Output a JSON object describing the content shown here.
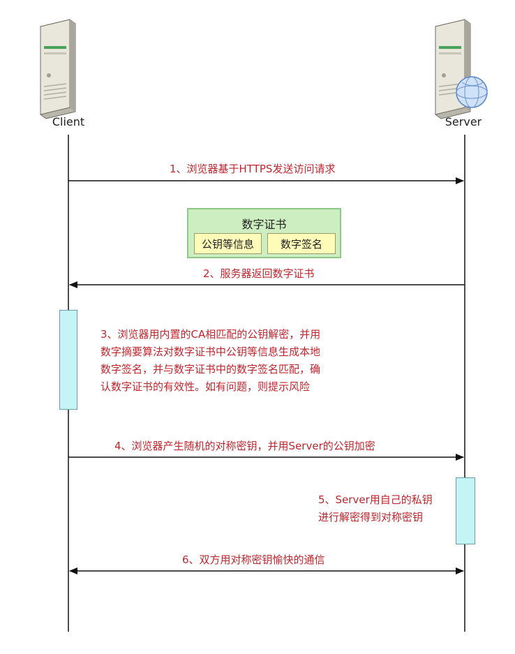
{
  "actors": {
    "client": {
      "label": "Client",
      "icon": "server-tower-icon"
    },
    "server": {
      "label": "Server",
      "icon": "server-globe-icon"
    }
  },
  "messages": [
    {
      "text": "1、浏览器基于HTTPS发送访问请求",
      "direction": "client-to-server"
    },
    {
      "text": "2、服务器返回数字证书",
      "direction": "server-to-client"
    },
    {
      "text": "4、浏览器产生随机的对称密钥，并用Server的公钥加密",
      "direction": "client-to-server"
    },
    {
      "text": "6、双方用对称密钥愉快的通信",
      "direction": "both"
    }
  ],
  "certificate": {
    "title": "数字证书",
    "fields": [
      "公钥等信息",
      "数字签名"
    ]
  },
  "notes": {
    "client_step3": "3、浏览器用内置的CA相匹配的公钥解密，并用\n数字摘要算法对数字证书中公钥等信息生成本地\n数字签名，并与数字证书中的数字签名匹配，确\n认数字证书的有效性。如有问题，则提示风险",
    "server_step5": "5、Server用自己的私钥\n进行解密得到对称密钥"
  },
  "colors": {
    "message_text": "#c0262d",
    "certificate_bg": "#cdeec0",
    "certificate_field_bg": "#fffbb8",
    "activation_bg": "#c4f4f6"
  }
}
